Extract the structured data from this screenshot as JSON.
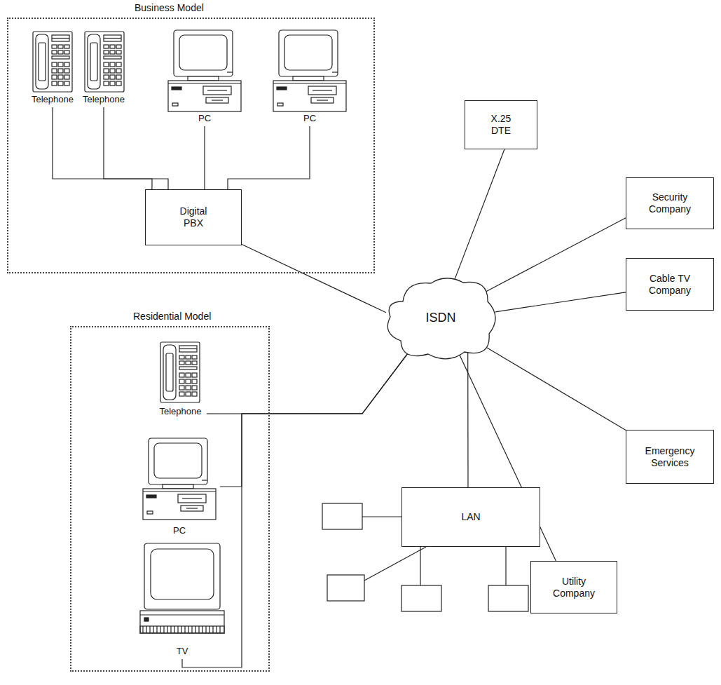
{
  "diagram": {
    "nodes": [
      {
        "text": [
          "Business Model"
        ]
      },
      {
        "text": [
          "Telephone"
        ],
        "in": 0
      },
      {
        "text": [
          "Telephone"
        ],
        "in": 0
      },
      {
        "text": [
          "PC"
        ],
        "in": 0
      },
      {
        "text": [
          "PC"
        ],
        "in": 0
      },
      {
        "text": [
          "Digital PBX"
        ],
        "in": 0
      },
      {
        "text": [
          "Residential Model"
        ]
      },
      {
        "text": [
          "Telephone"
        ],
        "in": 6
      },
      {
        "text": [
          "PC"
        ],
        "in": 6
      },
      {
        "text": [
          "TV"
        ],
        "in": 6
      },
      {
        "text": [
          "ISDN"
        ]
      },
      {
        "text": [
          "X.25 DTE"
        ]
      },
      {
        "text": [
          "Security Company"
        ]
      },
      {
        "text": [
          "Cable TV Company"
        ]
      },
      {
        "text": [
          "Emergency Services"
        ]
      },
      {
        "text": [
          "Utility Company"
        ]
      },
      {
        "text": [
          "LAN"
        ]
      }
    ],
    "edges": [
      {
        "from": 1,
        "to": 5,
        "arrow": "none"
      },
      {
        "from": 2,
        "to": 5,
        "arrow": "none"
      },
      {
        "from": 3,
        "to": 5,
        "arrow": "none"
      },
      {
        "from": 4,
        "to": 5,
        "arrow": "none"
      },
      {
        "from": 5,
        "to": 10,
        "arrow": "none"
      },
      {
        "from": 7,
        "to": 10,
        "arrow": "none"
      },
      {
        "from": 8,
        "to": 10,
        "arrow": "none"
      },
      {
        "from": 9,
        "to": 10,
        "arrow": "none"
      },
      {
        "from": 10,
        "to": 11,
        "arrow": "none"
      },
      {
        "from": 10,
        "to": 12,
        "arrow": "none"
      },
      {
        "from": 10,
        "to": 13,
        "arrow": "none"
      },
      {
        "from": 10,
        "to": 14,
        "arrow": "none"
      },
      {
        "from": 10,
        "to": 15,
        "arrow": "none"
      },
      {
        "from": 10,
        "to": 16,
        "arrow": "none"
      }
    ]
  }
}
